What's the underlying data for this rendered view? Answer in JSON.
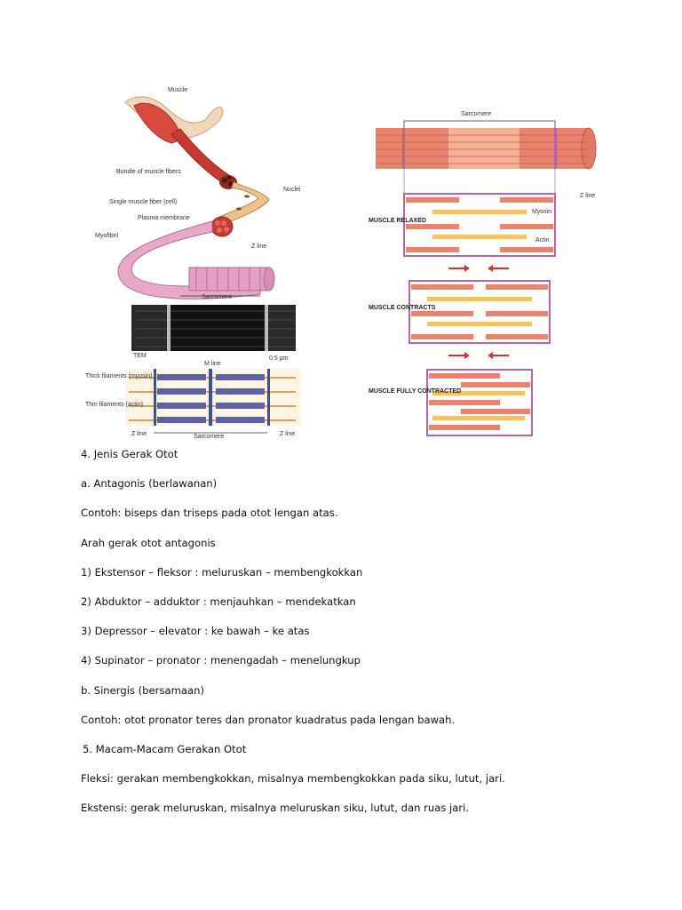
{
  "figure_left": {
    "labels": {
      "muscle": "Muscle",
      "bundle": "Bundle of muscle fibers",
      "single_fiber": "Single muscle fiber (cell)",
      "nuclei": "Nuclei",
      "plasma_membrane": "Plasma membrane",
      "myofibril": "Myofibril",
      "z_line": "Z line",
      "sarcomere": "Sarcomere",
      "tem": "TEM",
      "scale": "0.5 μm",
      "m_line": "M line",
      "thick": "Thick filaments (myosin)",
      "thin": "Thin filaments (actin)"
    }
  },
  "figure_right": {
    "labels": {
      "sarcomere": "Sarcomere",
      "z_line": "Z line",
      "myosin": "Myosin",
      "actin": "Actin",
      "relaxed": "MUSCLE RELAXED",
      "contracts": "MUSCLE CONTRACTS",
      "fully": "MUSCLE FULLY CONTRACTED"
    }
  },
  "content": {
    "lines": [
      "4. Jenis Gerak Otot",
      "a. Antagonis (berlawanan)",
      "Contoh: biseps dan triseps pada otot lengan atas.",
      "Arah gerak otot antagonis",
      "1) Ekstensor – fleksor : meluruskan – membengkokkan",
      "2) Abduktor – adduktor : menjauhkan – mendekatkan",
      "3) Depressor – elevator : ke bawah – ke atas",
      "4) Supinator – pronator : menengadah – menelungkup",
      "b. Sinergis (bersamaan)",
      "Contoh: otot pronator teres dan pronator kuadratus pada lengan bawah.",
      " 5. Macam-Macam Gerakan Otot",
      "Fleksi: gerakan membengkokkan, misalnya membengkokkan pada siku, lutut, jari.",
      "Ekstensi: gerak meluruskan, misalnya meluruskan siku, lutut, dan ruas jari."
    ]
  }
}
